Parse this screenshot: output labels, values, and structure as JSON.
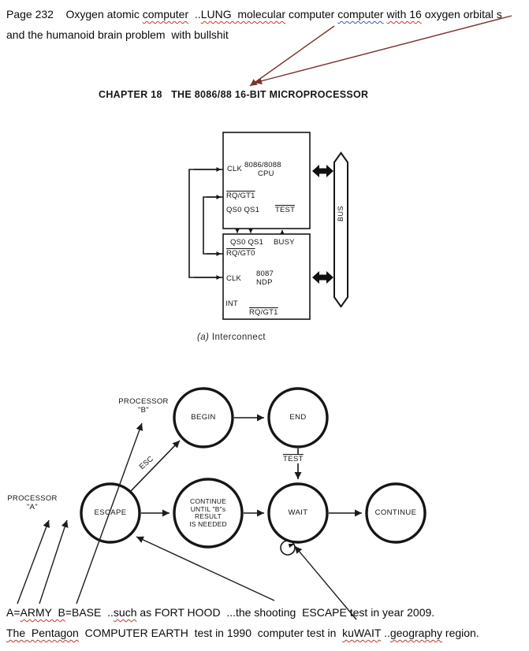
{
  "colors": {
    "ink": "#161616",
    "spell_red": "#c0392b",
    "grammar_blue": "#2e5fa3",
    "annotation_arrow_red": "#7a332e",
    "annotation_arrow_black": "#1c1c1c"
  },
  "top_text": {
    "l1s1": "Page 232    Oxygen atomic ",
    "l1s2": "computer",
    "l1s3": "  ..",
    "l1s4": "LUNG  molecular",
    "l1s5": " computer ",
    "l1s6": "computer",
    "l1s7": " ",
    "l1s8": "with 16",
    "l1s9": " oxygen orbital s",
    "l2": "and the humanoid brain problem  with bullshit"
  },
  "chapter_heading": "CHAPTER 18   THE 8086/88 16-BIT MICROPROCESSOR",
  "block_diagram": {
    "cpu_clk": "CLK",
    "cpu_name1": "8086/8088",
    "cpu_name2": "CPU",
    "cpu_rq_gt1": "RQ/GT1",
    "cpu_qs": "QS0 QS1",
    "cpu_test": "TEST",
    "ndp_qs": "QS0 QS1",
    "ndp_busy": "BUSY",
    "ndp_rq_gt0": "RQ/GT0",
    "ndp_clk": "CLK",
    "ndp_name1": "8087",
    "ndp_name2": "NDP",
    "ndp_int": "INT",
    "ndp_rq_gt1": "RQ/GT1",
    "bus": "BUS",
    "caption_a": "(a)",
    "caption_b": " Interconnect"
  },
  "state_diagram": {
    "processor_b1": "PROCESSOR",
    "processor_b2": "\"B\"",
    "processor_a1": "PROCESSOR",
    "processor_a2": "\"A\"",
    "esc": "ESC",
    "test": "TEST",
    "node_begin": "BEGIN",
    "node_end": "END",
    "node_escape": "ESCAPE",
    "node_mid1": "CONTINUE",
    "node_mid2": "UNTIL \"B\"s",
    "node_mid3": "RESULT",
    "node_mid4": "IS NEEDED",
    "node_wait": "WAIT",
    "node_continue": "CONTINUE"
  },
  "bottom_text": {
    "l1s1": "A=",
    "l1s2": "ARMY  B",
    "l1s3": "=BASE  ..",
    "l1s4": "such",
    "l1s5": " as FORT HOOD  ...the shooting  ESCAPE test in year 2009.",
    "l2s1": "The  Pentagon",
    "l2s2": "  COMPUTER EARTH  test in 1990  computer test in  ",
    "l2s3": "kuWAIT",
    "l2s4": " ..",
    "l2s5": "geography",
    "l2s6": " region."
  }
}
